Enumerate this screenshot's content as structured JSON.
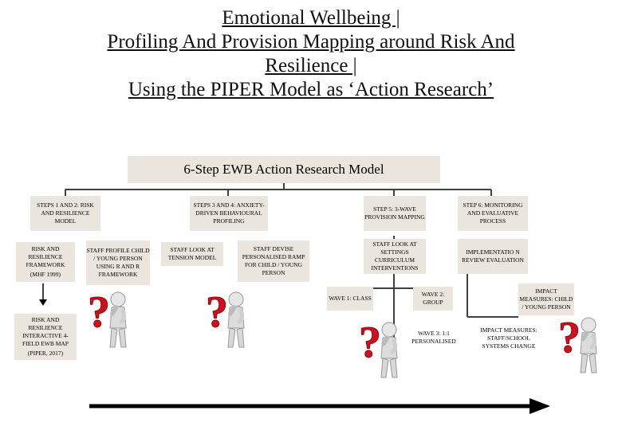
{
  "title": {
    "line1": "Emotional Wellbeing |",
    "line2": "Profiling And Provision Mapping around Risk And",
    "line3": "Resilience |",
    "line4": "Using the PIPER Model as ‘Action Research’"
  },
  "model_box": "6-Step  EWB Action Research Model",
  "steps": {
    "s12": "STEPS 1 AND 2: RISK AND RESILIENCE MODEL",
    "s34": "STEPS 3 AND 4: ANXIETY-DRIVEN BEHAVIOURAL PROFILING",
    "s5": "STEP 5: 3-WAVE PROVISION MAPPING",
    "s6": "STEP 6: MONITORING AND EVALUATIVE PROCESS"
  },
  "items": {
    "risk_framework": "RISK AND RESILIENCE FRAMEWORK",
    "risk_framework_ref": "(MHF 1999)",
    "staff_profile": "STAFF PROFILE CHILD / YOUNG PERSON USING R AND R FRAMEWORK",
    "staff_look_tension": "STAFF LOOK AT TENSION MODEL",
    "staff_devise": "STAFF DEVISE PERSONALISED RAMP FOR CHILD / YOUNG PERSON",
    "staff_look_settings": "STAFF LOOK AT SETTINGS CURRICULUM INTERVENTIONS",
    "implementation": "IMPLEMENTATIO N REVIEW EVALUATION",
    "risk_map": "RISK AND RESILIENCE INTERACTIVE 4-FIELD EWB MAP",
    "risk_map_ref": "(PIPER, 2017)",
    "wave1": "WAVE 1: CLASS",
    "wave2": "WAVE 2: GROUP",
    "wave3": "WAVE 3: 1:1 PERSONALISED",
    "impact_child": "IMPACT MEASURES: CHILD / YOUNG PERSON",
    "impact_staff": "IMPACT MEASURES: STAFF/SCHOOL SYSTEMS CHANGE"
  },
  "colors": {
    "box_fill": "#ebe6dd",
    "line": "#404040",
    "question_mark": "#d0101a"
  },
  "icons": [
    "thinking-figure-icon",
    "thinking-figure-icon",
    "thinking-figure-icon",
    "thinking-figure-icon"
  ]
}
